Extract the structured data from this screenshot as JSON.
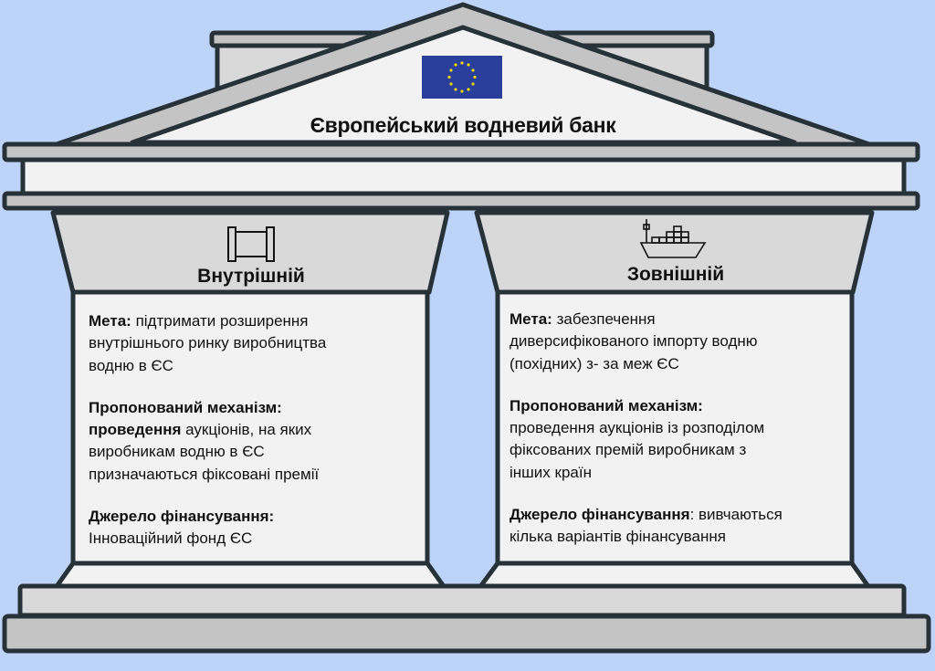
{
  "title": "Європейський водневий банк",
  "flag_icon": "eu-flag-icon",
  "colors": {
    "background": "#bdd3f8",
    "flag": "#2a3f9c",
    "stars": "#f5d800",
    "outline": "#263238"
  },
  "pillars": [
    {
      "icon": "pipe-icon",
      "label": "Внутрішній",
      "goal": {
        "label": "Мета:",
        "lines": [
          " підтримати розширення",
          "внутрішнього ринку виробництва",
          "водню в ЄС"
        ]
      },
      "mechanism": {
        "label": "Пропонований механізм:",
        "bold_lead": "проведення",
        "lines": [
          " аукціонів, на яких",
          "виробникам водню в ЄС",
          "призначаються фіксовані премії"
        ]
      },
      "funding": {
        "label": "Джерело фінансування:",
        "lines": [
          "Інноваційний фонд ЄС"
        ]
      }
    },
    {
      "icon": "cargo-ship-icon",
      "label": "Зовнішній",
      "goal": {
        "label": "Мета:",
        "lines": [
          " забезпечення",
          "диверсифікованого імпорту водню",
          "(похідних) з- за меж ЄС"
        ]
      },
      "mechanism": {
        "label": "Пропонований механізм:",
        "lines": [
          "проведення аукціонів із розподілом",
          "фіксованих премій виробникам з",
          "інших країн"
        ]
      },
      "funding": {
        "label": "Джерело фінансування",
        "lines": [
          ": вивчаються",
          "кілька варіантів фінансування"
        ]
      }
    }
  ]
}
